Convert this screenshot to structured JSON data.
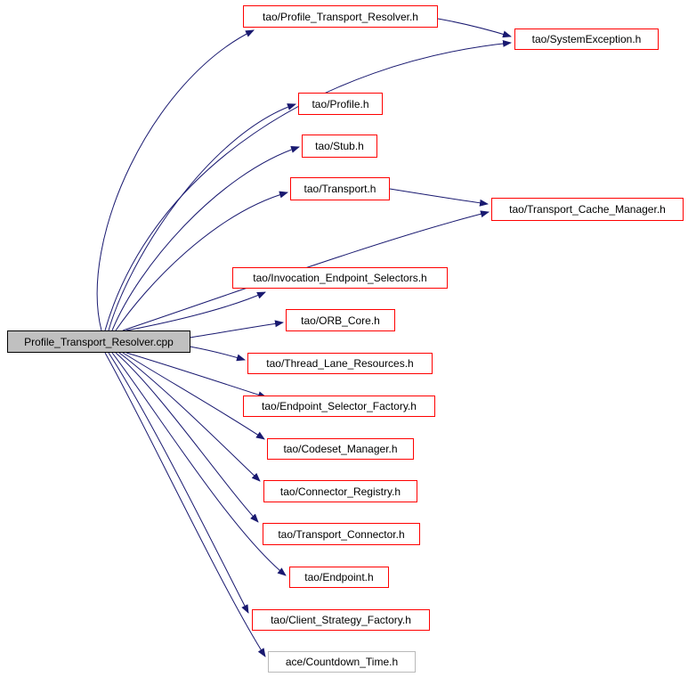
{
  "diagram": {
    "type": "include-dependency-graph",
    "background": "#ffffff",
    "edge_color": "#191970",
    "header_node_border": "#ff0000",
    "source_node_fill": "#c0c0c0",
    "source_node_border": "#000000",
    "external_node_border": "#b9b9b9",
    "nodes": [
      {
        "id": "cpp",
        "label": "Profile_Transport_Resolver.cpp",
        "kind": "source"
      },
      {
        "id": "profile_transport_resolver_h",
        "label": "tao/Profile_Transport_Resolver.h",
        "kind": "header"
      },
      {
        "id": "system_exception_h",
        "label": "tao/SystemException.h",
        "kind": "header"
      },
      {
        "id": "profile_h",
        "label": "tao/Profile.h",
        "kind": "header"
      },
      {
        "id": "stub_h",
        "label": "tao/Stub.h",
        "kind": "header"
      },
      {
        "id": "transport_h",
        "label": "tao/Transport.h",
        "kind": "header"
      },
      {
        "id": "transport_cache_manager_h",
        "label": "tao/Transport_Cache_Manager.h",
        "kind": "header"
      },
      {
        "id": "invocation_endpoint_selectors_h",
        "label": "tao/Invocation_Endpoint_Selectors.h",
        "kind": "header"
      },
      {
        "id": "orb_core_h",
        "label": "tao/ORB_Core.h",
        "kind": "header"
      },
      {
        "id": "thread_lane_resources_h",
        "label": "tao/Thread_Lane_Resources.h",
        "kind": "header"
      },
      {
        "id": "endpoint_selector_factory_h",
        "label": "tao/Endpoint_Selector_Factory.h",
        "kind": "header"
      },
      {
        "id": "codeset_manager_h",
        "label": "tao/Codeset_Manager.h",
        "kind": "header"
      },
      {
        "id": "connector_registry_h",
        "label": "tao/Connector_Registry.h",
        "kind": "header"
      },
      {
        "id": "transport_connector_h",
        "label": "tao/Transport_Connector.h",
        "kind": "header"
      },
      {
        "id": "endpoint_h",
        "label": "tao/Endpoint.h",
        "kind": "header"
      },
      {
        "id": "client_strategy_factory_h",
        "label": "tao/Client_Strategy_Factory.h",
        "kind": "header"
      },
      {
        "id": "countdown_time_h",
        "label": "ace/Countdown_Time.h",
        "kind": "external"
      }
    ],
    "edges": [
      {
        "from": "Profile_Transport_Resolver.cpp",
        "to": "tao/Profile_Transport_Resolver.h"
      },
      {
        "from": "Profile_Transport_Resolver.cpp",
        "to": "tao/SystemException.h"
      },
      {
        "from": "Profile_Transport_Resolver.cpp",
        "to": "tao/Profile.h"
      },
      {
        "from": "Profile_Transport_Resolver.cpp",
        "to": "tao/Stub.h"
      },
      {
        "from": "Profile_Transport_Resolver.cpp",
        "to": "tao/Transport.h"
      },
      {
        "from": "Profile_Transport_Resolver.cpp",
        "to": "tao/Transport_Cache_Manager.h"
      },
      {
        "from": "Profile_Transport_Resolver.cpp",
        "to": "tao/Invocation_Endpoint_Selectors.h"
      },
      {
        "from": "Profile_Transport_Resolver.cpp",
        "to": "tao/ORB_Core.h"
      },
      {
        "from": "Profile_Transport_Resolver.cpp",
        "to": "tao/Thread_Lane_Resources.h"
      },
      {
        "from": "Profile_Transport_Resolver.cpp",
        "to": "tao/Endpoint_Selector_Factory.h"
      },
      {
        "from": "Profile_Transport_Resolver.cpp",
        "to": "tao/Codeset_Manager.h"
      },
      {
        "from": "Profile_Transport_Resolver.cpp",
        "to": "tao/Connector_Registry.h"
      },
      {
        "from": "Profile_Transport_Resolver.cpp",
        "to": "tao/Transport_Connector.h"
      },
      {
        "from": "Profile_Transport_Resolver.cpp",
        "to": "tao/Endpoint.h"
      },
      {
        "from": "Profile_Transport_Resolver.cpp",
        "to": "tao/Client_Strategy_Factory.h"
      },
      {
        "from": "Profile_Transport_Resolver.cpp",
        "to": "ace/Countdown_Time.h"
      },
      {
        "from": "tao/Profile_Transport_Resolver.h",
        "to": "tao/SystemException.h"
      },
      {
        "from": "tao/Transport.h",
        "to": "tao/Transport_Cache_Manager.h"
      }
    ]
  }
}
